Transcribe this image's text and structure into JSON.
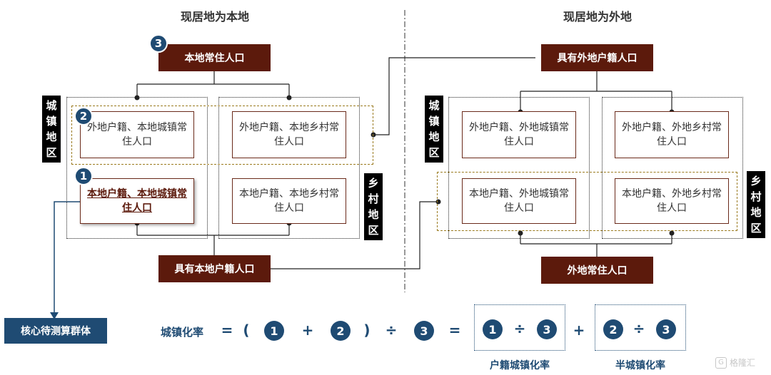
{
  "left_heading": "现居地为本地",
  "right_heading": "现居地为外地",
  "left": {
    "top_box": "本地常住人口",
    "bottom_box": "具有本地户籍人口",
    "urban_label": "城镇地区",
    "rural_label": "乡村地区",
    "cells": {
      "tl": "外地户籍、本地城镇常住人口",
      "tr": "外地户籍、本地乡村常住人口",
      "bl": "本地户籍、本地城镇常住人口",
      "br": "本地户籍、本地乡村常住人口"
    }
  },
  "right": {
    "top_box": "具有外地户籍人口",
    "bottom_box": "外地常住人口",
    "urban_label": "城镇地区",
    "rural_label": "乡村地区",
    "cells": {
      "tl": "外地户籍、外地城镇常住人口",
      "tr": "外地户籍、外地乡村常住人口",
      "bl": "本地户籍、外地城镇常住人口",
      "br": "本地户籍、外地乡村常住人口"
    }
  },
  "badges": {
    "one": "1",
    "two": "2",
    "three": "3"
  },
  "core_group": "核心待测算群体",
  "formula": {
    "label": "城镇化率",
    "equals": "=",
    "lparen": "(",
    "plus": "+",
    "rparen": ")",
    "divide": "÷",
    "b1": "1",
    "b2": "2",
    "b3": "3",
    "hukou_label": "户籍城镇化率",
    "semi_label": "半城镇化率"
  },
  "watermark": "格隆汇"
}
